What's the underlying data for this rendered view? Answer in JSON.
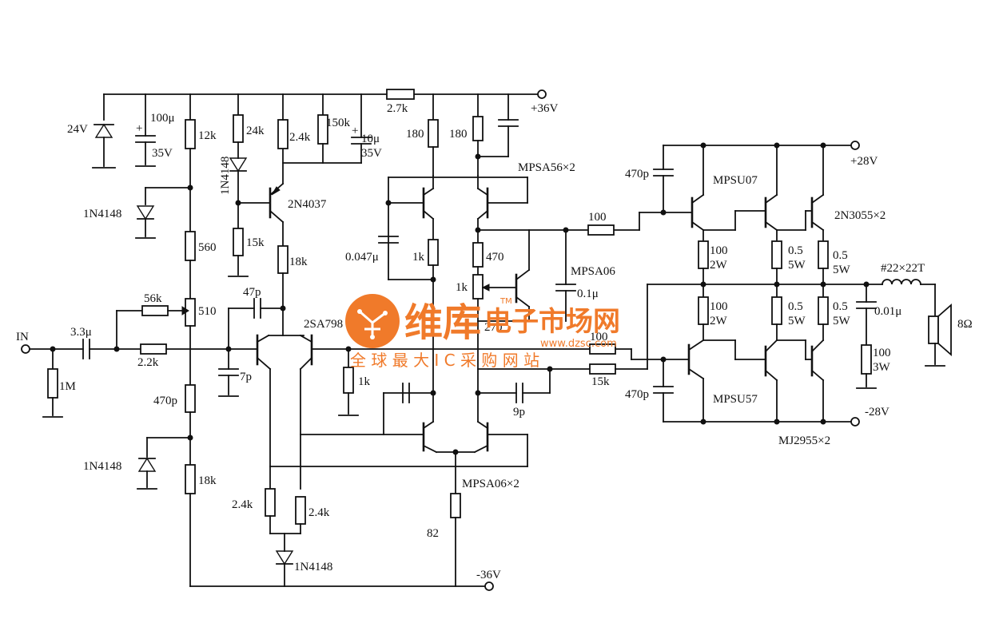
{
  "terminals": {
    "input": "IN",
    "pos36": "+36V",
    "neg36": "-36V",
    "pos28": "+28V",
    "neg28": "-28V"
  },
  "components": {
    "zener": "24V",
    "c_100u": "100μ",
    "c_100u_v": "35V",
    "r_12k": "12k",
    "d_1n4148_a": "1N4148",
    "r_560": "560",
    "r_510": "510",
    "r_470p_left": "470p",
    "d_1n4148_b": "1N4148",
    "r_18k_left": "18k",
    "r_1m": "1M",
    "c_3_3u": "3.3μ",
    "r_56k": "56k",
    "r_2_2k": "2.2k",
    "r_24k": "24k",
    "d_1n4148_vert": "1N4148",
    "r_15k": "15k",
    "r_2_4k_top": "2.4k",
    "r_150k": "150k",
    "c_10u": "10μ",
    "c_10u_v": "35V",
    "q_2n4037": "2N4037",
    "r_18k_mid": "18k",
    "c_47p": "47p",
    "c_7p": "7p",
    "q_2sa798": "2SA798",
    "r_2_4k_l": "2.4k",
    "r_2_4k_r": "2.4k",
    "d_1n4148_bottom": "1N4148",
    "r_2_7k": "2.7k",
    "r_180_a": "180",
    "r_180_b": "180",
    "q_mpsa56": "MPSA56×2",
    "c_0_047u": "0.047μ",
    "r_1k_a": "1k",
    "r_470": "470",
    "r_1k_pot": "1k",
    "q_mpsa06": "MPSA06",
    "c_0_1u": "0.1μ",
    "r_270": "270",
    "r_100_a": "100",
    "r_100_b": "100",
    "r_15k_b": "15k",
    "r_1k_b": "1k",
    "c_9p": "9p",
    "q_mpsa06x2": "MPSA06×2",
    "r_82": "82",
    "c_470p_top": "470p",
    "c_470p_bot": "470p",
    "q_mpsu07": "MPSU07",
    "q_mpsu57": "MPSU57",
    "q_2n3055": "2N3055×2",
    "q_mj2955": "MJ2955×2",
    "r_100_2w_a": "100",
    "r_100_2w_a_p": "2W",
    "r_100_2w_b": "100",
    "r_100_2w_b_p": "2W",
    "r_05_a": "0.5",
    "r_05_a_p": "5W",
    "r_05_b": "0.5",
    "r_05_b_p": "5W",
    "r_05_c": "0.5",
    "r_05_c_p": "5W",
    "r_05_d": "0.5",
    "r_05_d_p": "5W",
    "c_0_01u": "0.01μ",
    "r_100_3w": "100",
    "r_100_3w_p": "3W",
    "inductor": "#22×22T",
    "speaker": "8Ω"
  },
  "watermark": {
    "brand": "维库",
    "title": "电子市场网",
    "url": "www.dzsc.com",
    "slogan": "全 球 最 大 I C 采 购 网 站",
    "tm": "TM",
    "color": "#f07a2a"
  }
}
